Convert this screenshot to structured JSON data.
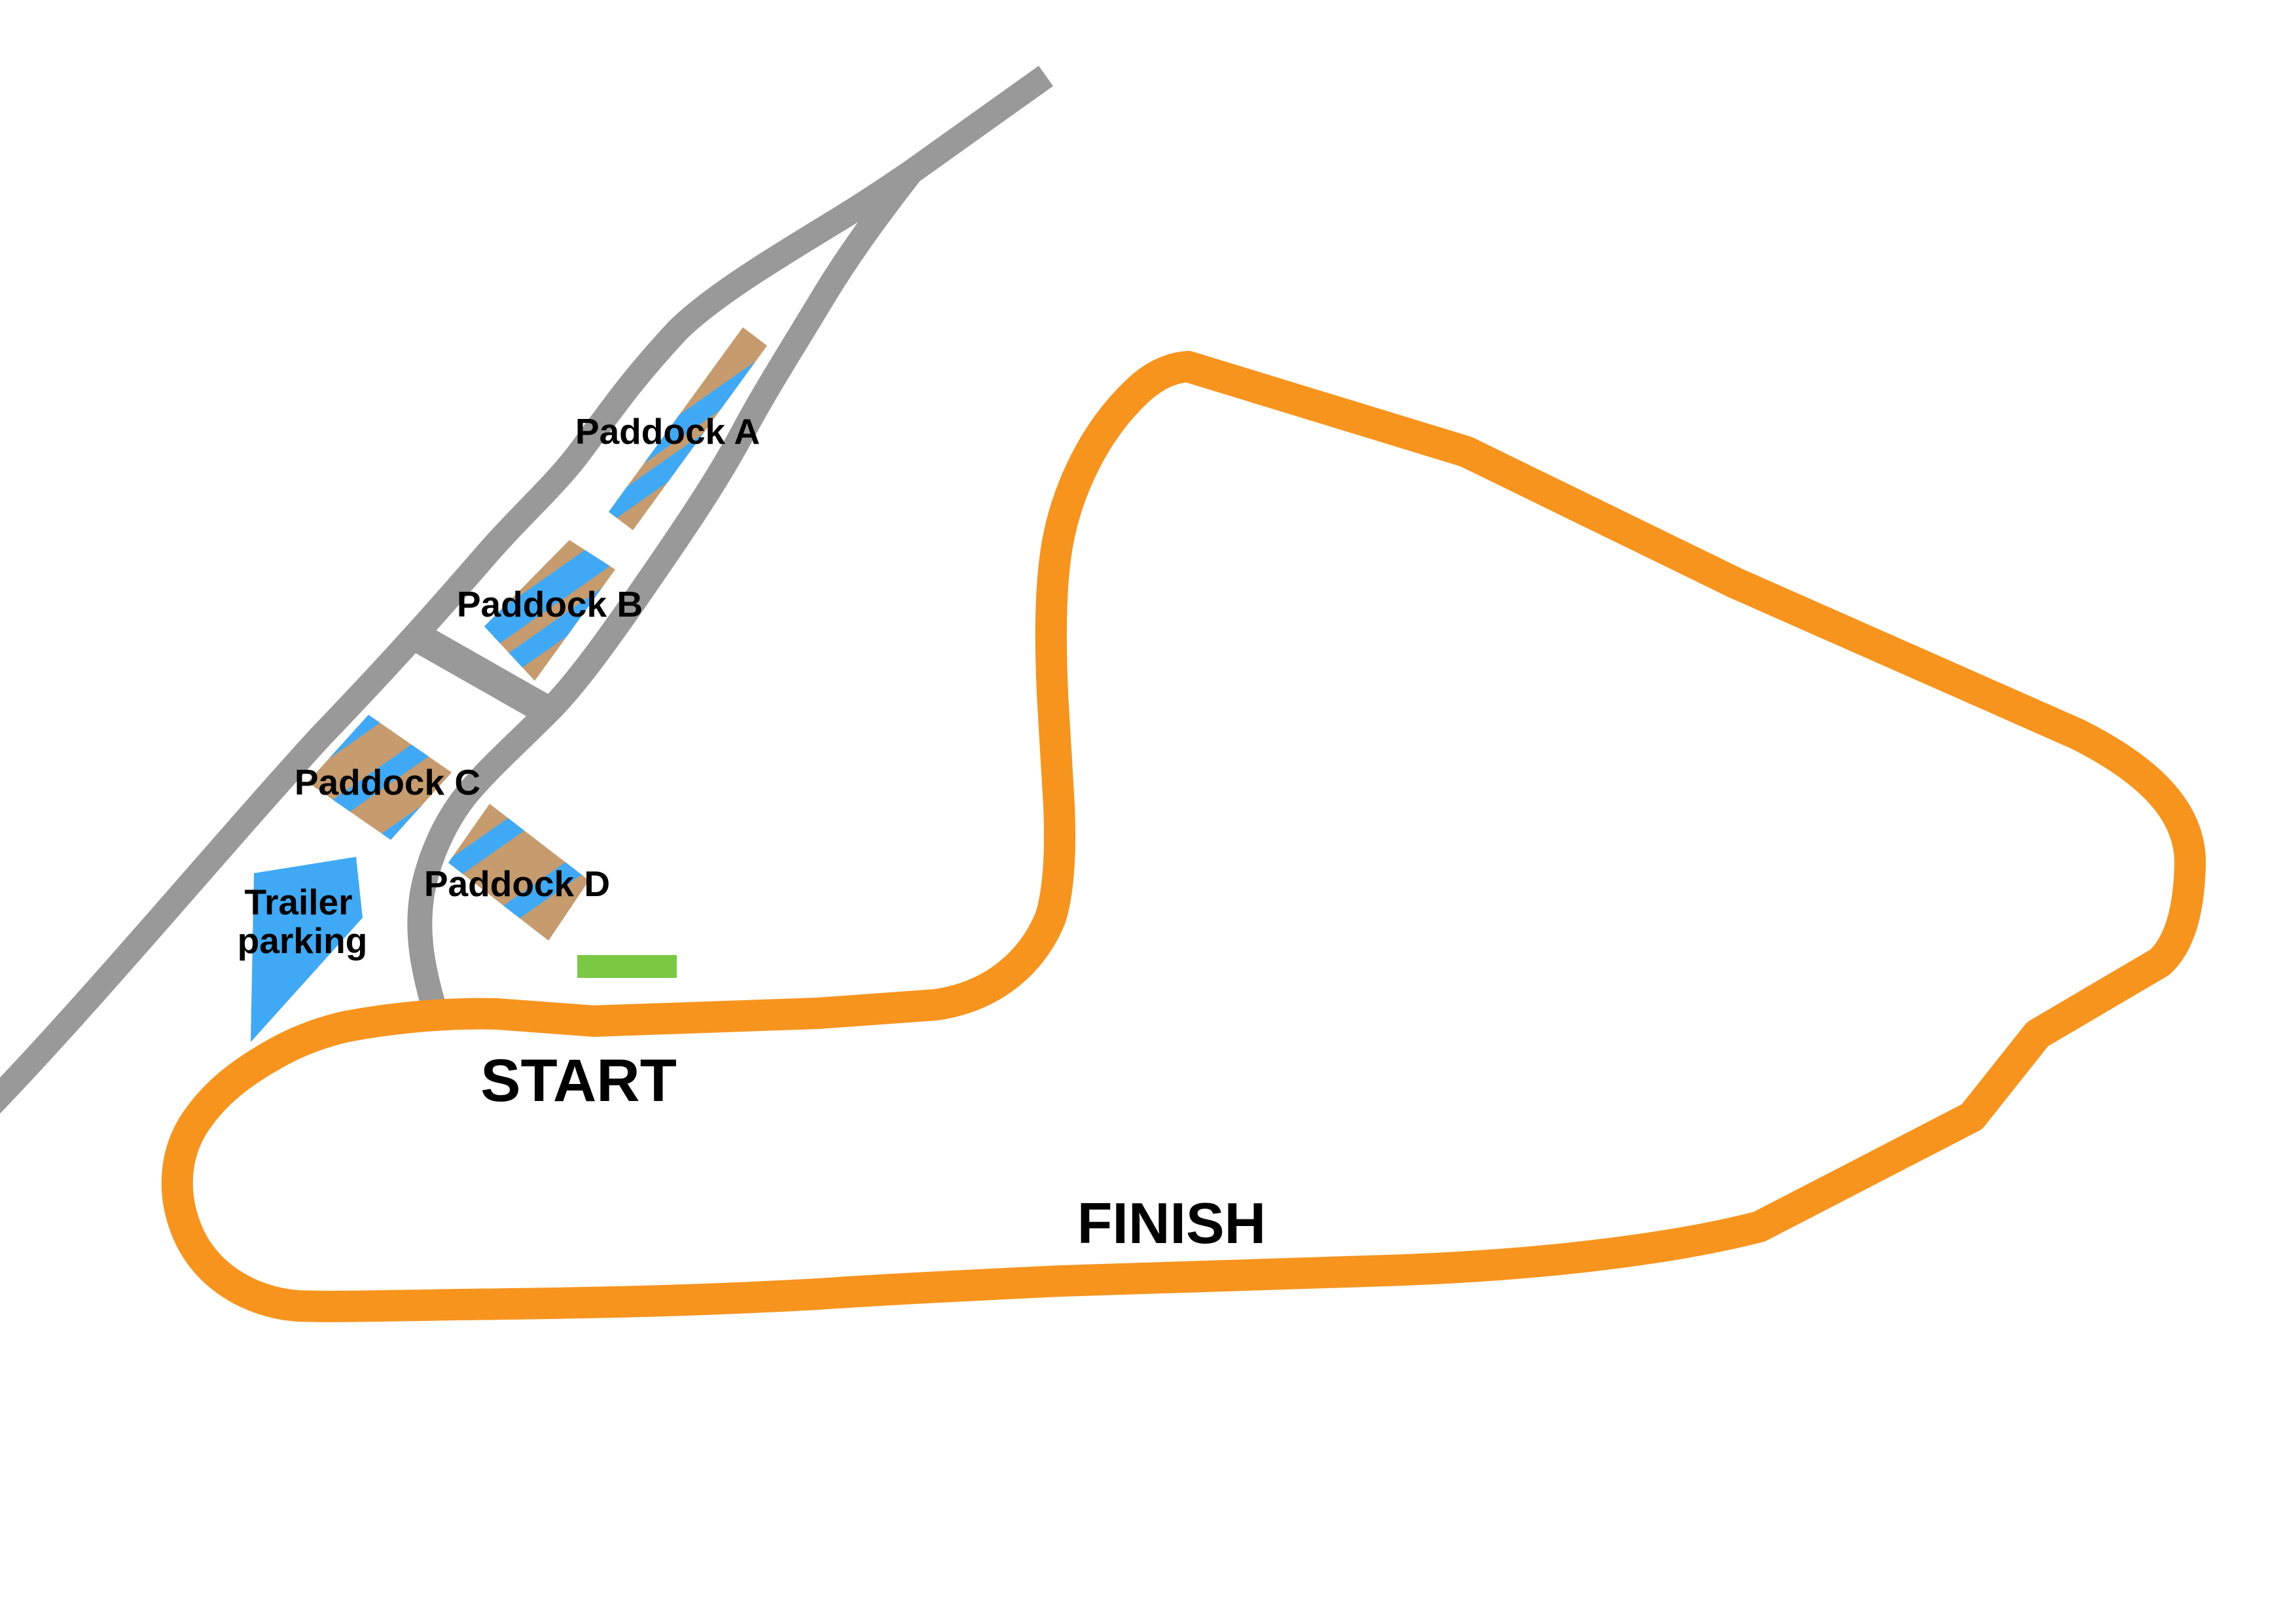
{
  "map": {
    "type": "race-track-course-map",
    "labels": {
      "paddock_a": "Paddock A",
      "paddock_b": "Paddock B",
      "paddock_c": "Paddock C",
      "paddock_d": "Paddock D",
      "trailer_parking_line1": "Trailer",
      "trailer_parking_line2": "parking",
      "start": "START",
      "finish": "FINISH"
    },
    "colors": {
      "track": "#F7941E",
      "road": "#999999",
      "paddock_fill": "#C69C6E",
      "paddock_stripe": "#3FA9F5",
      "trailer_parking": "#3FA9F5",
      "start_marker": "#7AC943",
      "label_text": "#000000",
      "background": "#FFFFFF"
    }
  }
}
